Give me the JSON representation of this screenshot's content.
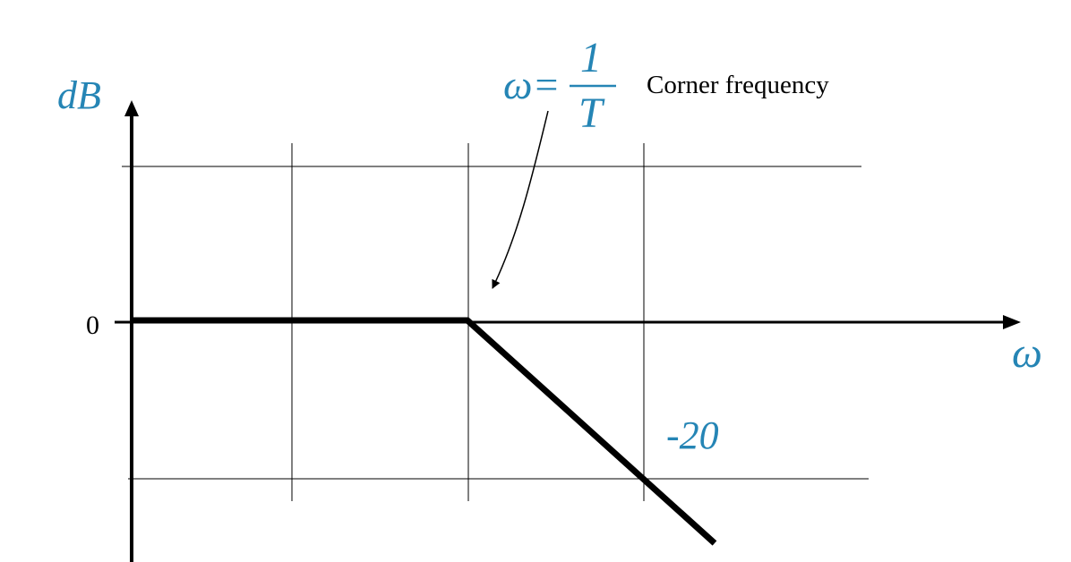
{
  "diagram": {
    "y_axis_label": "dB",
    "x_axis_label": "ω",
    "zero_label": "0",
    "slope_label": "-20",
    "corner_eq_lhs": "ω=",
    "corner_numerator": "1",
    "corner_denominator": "T",
    "corner_caption": "Corner frequency",
    "colors": {
      "label_blue": "#2585b5",
      "line": "#000000"
    }
  }
}
